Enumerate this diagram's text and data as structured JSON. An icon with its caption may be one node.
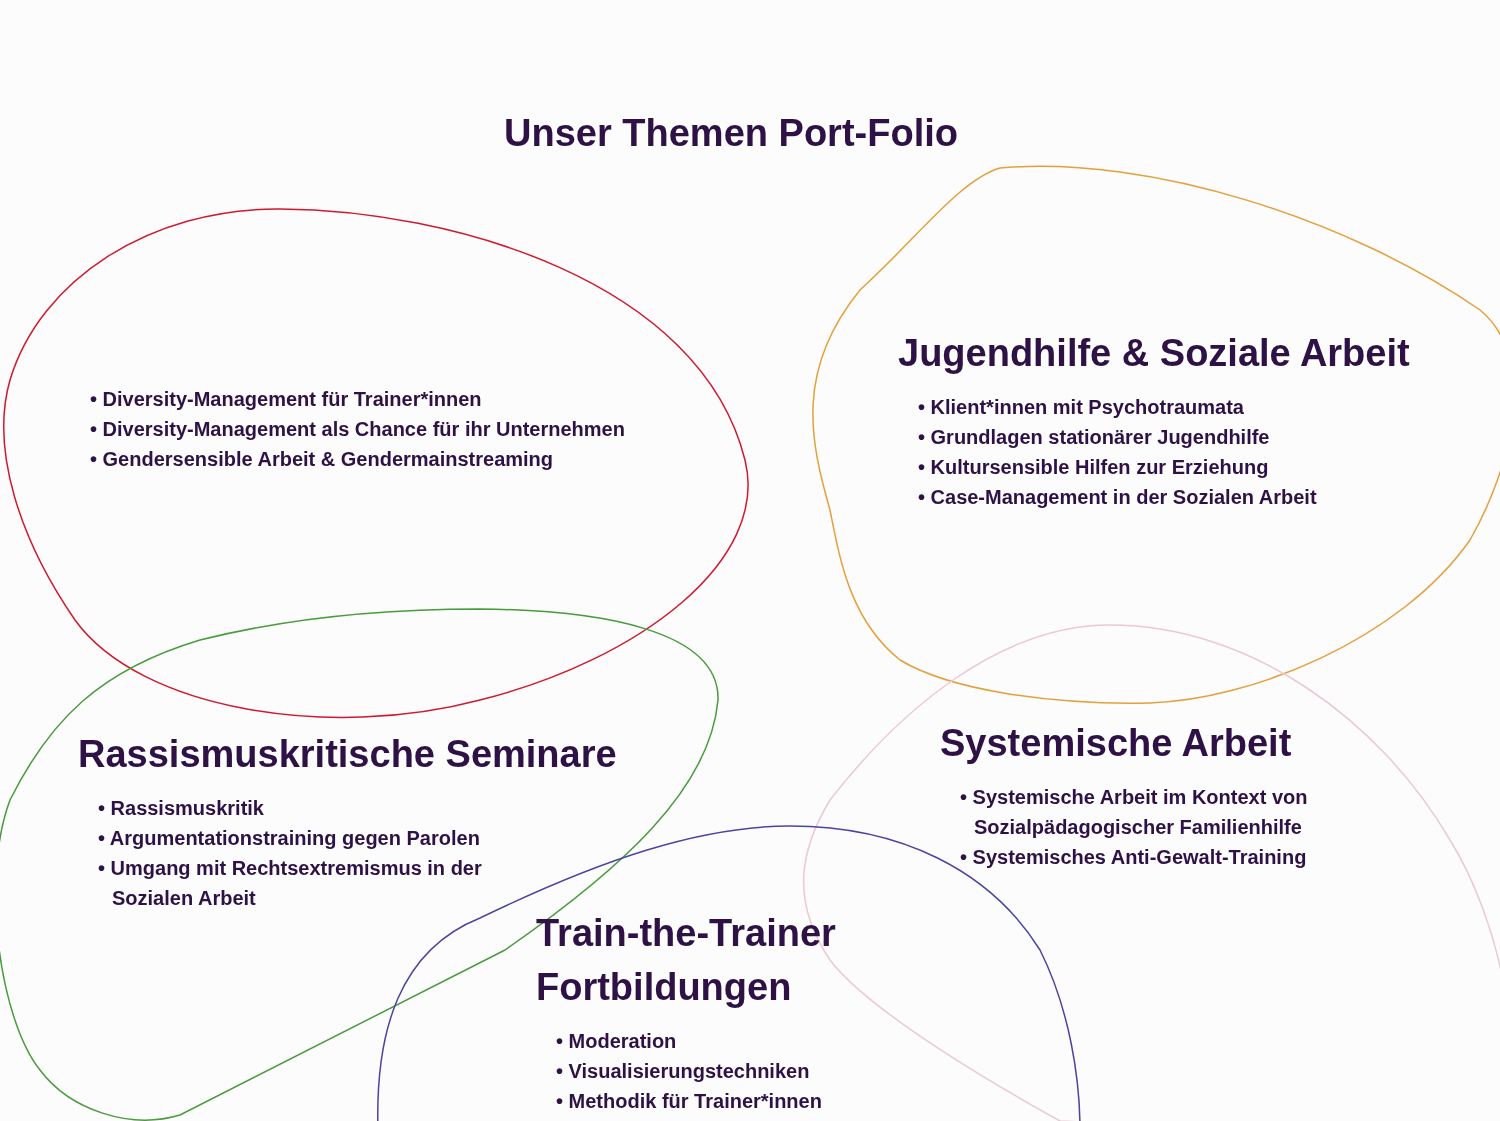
{
  "diagram": {
    "title": "Unser Themen Port-Folio",
    "nodes": [
      {
        "text": [
          "• Diversity-Management für Trainer*innen",
          "• Diversity-Management als Chance für ihr Unternehmen",
          "• Gendersensible Arbeit & Gendermainstreaming"
        ]
      },
      {
        "text": [
          "Jugendhilfe & Soziale Arbeit",
          "• Klient*innen mit Psychotraumata",
          "• Grundlagen stationärer Jugendhilfe",
          "• Kultursensible Hilfen zur Erziehung",
          "• Case-Management in der Sozialen Arbeit"
        ]
      },
      {
        "text": [
          "Rassismuskritische Seminare",
          "• Rassismuskritik",
          "• Argumentationstraining gegen Parolen",
          "• Umgang mit Rechtsextremismus in der Sozialen Arbeit"
        ]
      },
      {
        "text": [
          "Systemische Arbeit",
          "• Systemische Arbeit im Kontext von Sozialpädagogischer Familienhilfe",
          "• Systemisches Anti-Gewalt-Training"
        ]
      },
      {
        "text": [
          "Train-the-Trainer Fortbildungen",
          "• Moderation",
          "• Visualisierungstechniken",
          "• Methodik für Trainer*innen"
        ]
      }
    ],
    "edges": []
  }
}
